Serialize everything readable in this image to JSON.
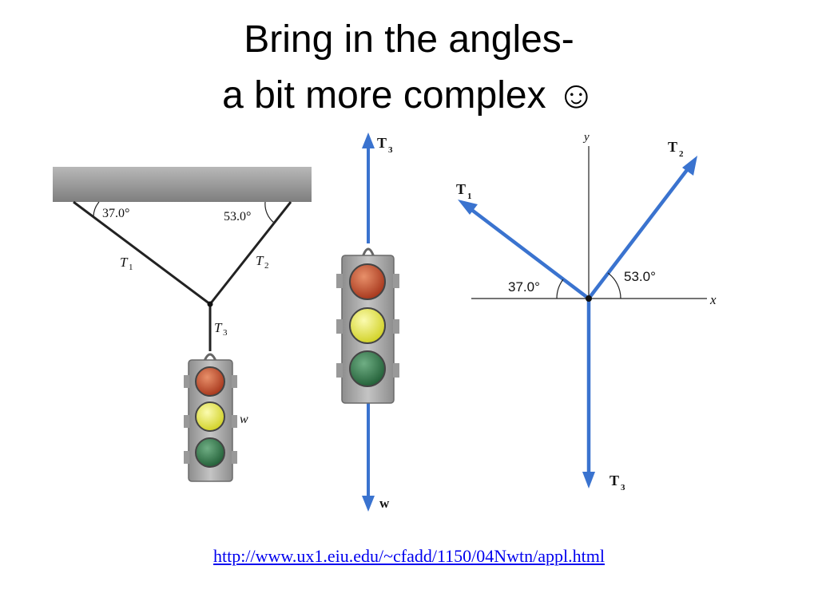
{
  "slide": {
    "title_line1": "Bring in the angles-",
    "title_line2": "a bit more complex ☺",
    "link": "http://www.ux1.eiu.edu/~cfadd/1150/04Nwtn/appl.html"
  },
  "left_diagram": {
    "angle_left": "37.0°",
    "angle_right": "53.0°",
    "t1": "T",
    "t1_sub": "1",
    "t2": "T",
    "t2_sub": "2",
    "t3": "T",
    "t3_sub": "3",
    "weight": "w"
  },
  "middle_diagram": {
    "top_force": "T",
    "top_force_sub": "3",
    "bottom_force": "w"
  },
  "right_diagram": {
    "axis_x": "x",
    "axis_y": "y",
    "t1": "T",
    "t1_sub": "1",
    "t2": "T",
    "t2_sub": "2",
    "t3": "T",
    "t3_sub": "3",
    "angle_left": "37.0°",
    "angle_right": "53.0°"
  },
  "colors": {
    "vector": "#3a73cf",
    "ceiling": "#9a9a9a",
    "light_red": "#c8452a",
    "light_yellow": "#e6e63a",
    "light_green": "#2f7f4a",
    "housing": "#a9a9a9"
  }
}
